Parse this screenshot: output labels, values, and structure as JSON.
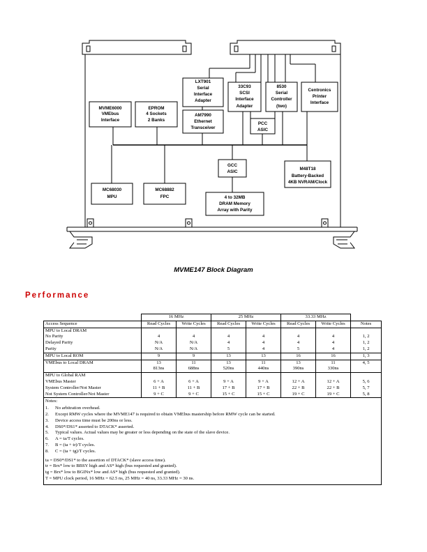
{
  "diagram": {
    "caption": "MVME147 Block Diagram",
    "blocks": {
      "vmebus": [
        "MVME6000",
        "VMEbus",
        "Interface"
      ],
      "eprom": [
        "EPROM",
        "4 Sockets",
        "2 Banks"
      ],
      "lx": [
        "LXT901",
        "Serial",
        "Interface",
        "Adapter"
      ],
      "am": [
        "AM7990",
        "Ethernet",
        "Transceiver"
      ],
      "scsi": [
        "33C93",
        "SCSI",
        "Interface",
        "Adapter"
      ],
      "serial": [
        "8530",
        "Serial",
        "Controller",
        "(two)"
      ],
      "cent": [
        "Centronics",
        "Printer",
        "Interface"
      ],
      "pcc": [
        "PCC",
        "ASIC"
      ],
      "gcc": [
        "GCC",
        "ASIC"
      ],
      "nvram": [
        "M48T18",
        "Battery-Backed",
        "4KB NVRAM/Clock"
      ],
      "mpu": [
        "MC68030",
        "MPU"
      ],
      "fpc": [
        "MC68882",
        "FPC"
      ],
      "dram": [
        "4 to 32MB",
        "DRAM Memory",
        "Array with Parity"
      ]
    }
  },
  "section_heading": "Performance",
  "table": {
    "freq_headers": [
      "16 MHz",
      "25 MHz",
      "33.33 MHz"
    ],
    "col_headers": [
      "Access Sequence",
      "Read Cycles",
      "Write Cycles",
      "Read Cycles",
      "Write Cycles",
      "Read Cycles",
      "Write Cycles",
      "Notes"
    ],
    "groups": [
      {
        "rows": [
          {
            "cells": [
              "MPU to Local DRAM",
              "",
              "",
              "",
              "",
              "",
              "",
              ""
            ],
            "indent": 0
          },
          {
            "cells": [
              "No Parity",
              "4",
              "4",
              "4",
              "4",
              "4",
              "4",
              "1, 2"
            ],
            "indent": 1
          },
          {
            "cells": [
              "Delayed Parity",
              "N/A",
              "N/A",
              "4",
              "4",
              "4",
              "4",
              "1, 2"
            ],
            "indent": 1
          },
          {
            "cells": [
              "Parity",
              "N/A",
              "N/A",
              "5",
              "4",
              "5",
              "4",
              "1, 2"
            ],
            "indent": 1
          }
        ]
      },
      {
        "rows": [
          {
            "cells": [
              "MPU to Local ROM",
              "9",
              "9",
              "13",
              "13",
              "16",
              "16",
              "1, 3"
            ],
            "indent": 0
          }
        ]
      },
      {
        "rows": [
          {
            "cells": [
              "VMEbus to Local DRAM",
              "13",
              "11",
              "13",
              "11",
              "13",
              "11",
              "4, 5"
            ],
            "indent": 0
          },
          {
            "cells": [
              "",
              "813ns",
              "688ns",
              "520ns",
              "440ns",
              "390ns",
              "330ns",
              ""
            ],
            "indent": 0
          }
        ]
      },
      {
        "rows": [
          {
            "cells": [
              "MPU to Global RAM",
              "",
              "",
              "",
              "",
              "",
              "",
              ""
            ],
            "indent": 0
          },
          {
            "cells": [
              "VMEbus Master",
              "6 + A",
              "6 + A",
              "9 + A",
              "9 + A",
              "12 + A",
              "12 + A",
              "5, 6"
            ],
            "indent": 1
          },
          {
            "cells": [
              "System Controller/Not Master",
              "11 + B",
              "11 + B",
              "17 + B",
              "17 + B",
              "22 + B",
              "22 + B",
              "5, 7"
            ],
            "indent": 1
          },
          {
            "cells": [
              "Not System Controller/Not Master",
              "9 + C",
              "9 + C",
              "15 + C",
              "15 + C",
              "19 + C",
              "19 + C",
              "5, 8"
            ],
            "indent": 2
          }
        ]
      }
    ],
    "notes_title": "Notes:",
    "notes": [
      {
        "num": "1.",
        "text": "No arbitration overhead."
      },
      {
        "num": "2.",
        "text": "Except RMW cycles where the MVME147 is required to obtain VMEbus mastership before RMW cycle can be started."
      },
      {
        "num": "3.",
        "text": "Device access time must be 200ns or less."
      },
      {
        "num": "4.",
        "text": "DS0*/DS1* asserted to DTACK* asserted."
      },
      {
        "num": "5.",
        "text": "Typical values. Actual values may be greater or less depending on the state of the slave device."
      },
      {
        "num": "6.",
        "text": "A = ta/T cycles."
      },
      {
        "num": "7.",
        "text": "B = (ta + tr)/T cycles."
      },
      {
        "num": "8.",
        "text": "C = (ta + tg)/T cycles."
      }
    ],
    "definitions": [
      "ta = DS0*/DS1* to the assertion of DTACK* (slave access time).",
      "tr = Brx* low to BBSY high and AS* high (bus requested and granted).",
      "tg = Brx* low to BGINx* low and AS* high (bus requested and granted).",
      "T = MPU clock period, 16 MHz = 62.5 ns, 25 MHz = 40 ns, 33.33 MHz = 30 ns."
    ]
  }
}
